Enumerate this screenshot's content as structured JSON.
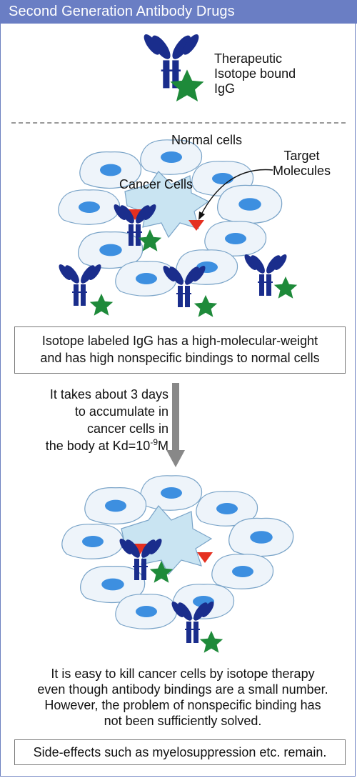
{
  "header": {
    "title": "Second Generation Antibody Drugs"
  },
  "legend": {
    "text": "Therapeutic\nIsotope bound\nIgG"
  },
  "diagram1": {
    "normal_cells_label": "Normal cells",
    "target_label": "Target\nMolecules",
    "cancer_label": "Cancer Cells"
  },
  "box1": {
    "text": "Isotope labeled IgG has a high-molecular-weight\nand has high nonspecific bindings to normal cells"
  },
  "step": {
    "text": "It takes about 3 days\nto accumulate in\ncancer cells in\nthe body at Kd=10",
    "exponent": "-9",
    "unit": "M"
  },
  "footer": {
    "text": "It is easy to kill cancer cells by isotope therapy\neven though antibody bindings are a small number.\nHowever, the problem of nonspecific binding has\nnot been sufficiently solved.",
    "note": "Side-effects such as myelosuppression etc. remain."
  },
  "colors": {
    "header": "#6a7ec4",
    "antibody": "#1a2d8c",
    "isotope_star": "#1e8a3a",
    "cell_fill": "#eef4fa",
    "nucleus": "#3d8fe0",
    "cancer_cell": "#c9e4f2",
    "target": "#e53020",
    "arrow": "#888888"
  }
}
